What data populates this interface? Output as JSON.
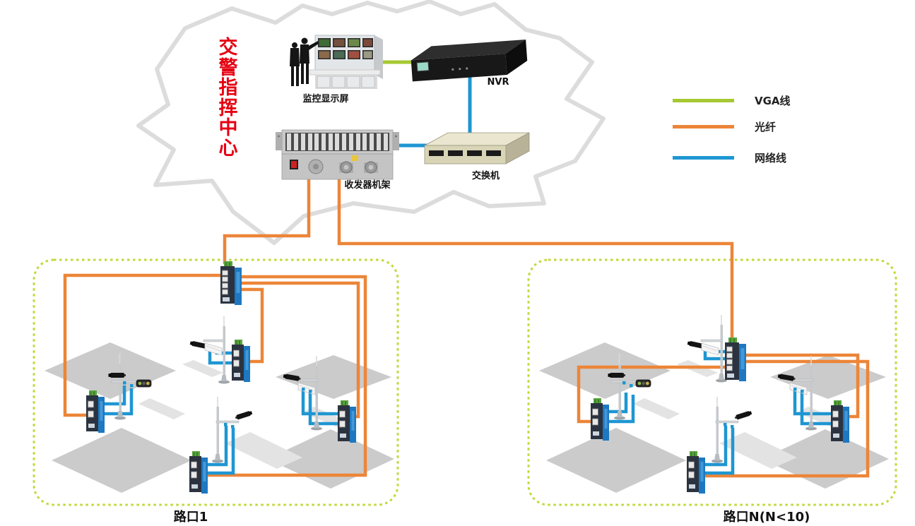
{
  "cloud_title": "交警指挥中心",
  "command_center": {
    "monitor_wall_label": "监控显示屏",
    "nvr_label": "NVR",
    "rack_label": "收发器机架",
    "switch_label": "交换机"
  },
  "legend": {
    "items": [
      {
        "label": "VGA线",
        "color": "#a6c832"
      },
      {
        "label": "光纤",
        "color": "#ec8538"
      },
      {
        "label": "网络线",
        "color": "#1e96d2"
      }
    ]
  },
  "intersections": [
    {
      "label": "路口1"
    },
    {
      "label": "路口N(N<10)"
    }
  ],
  "colors": {
    "vga_line": "#a6c832",
    "fiber_line": "#ec8538",
    "network_line": "#1e96d2",
    "title_red": "#e60012",
    "boundary_green": "#c3d838",
    "road_gray": "#cbcbcb",
    "cloud_outline": "#dcdcdc"
  }
}
